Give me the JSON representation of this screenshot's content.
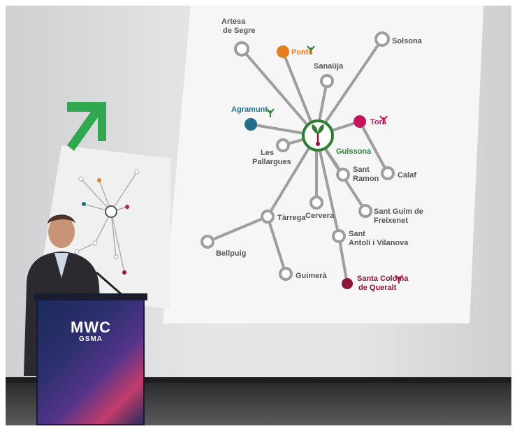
{
  "podium": {
    "brand_main": "MWC",
    "brand_sub": "GSMA"
  },
  "diagram": {
    "center": "Guissona",
    "nodes": [
      "Artesa de Segre",
      "Ponts",
      "Sanaüja",
      "Solsona",
      "Agramunt",
      "Torà",
      "Les Pallargues",
      "Calaf",
      "Sant Ramon",
      "Sant Guim de Freixenet",
      "Tàrrega",
      "Cervera",
      "Bellpuig",
      "Sant Antolí i Vilanova",
      "Guimerà",
      "Santa Coloma de Queralt"
    ],
    "colors": {
      "center_ring": "#2e7d32",
      "node_gray": "#9e9e9e",
      "ponts": "#e67e22",
      "agramunt": "#1f6f8b",
      "tora": "#c2185b",
      "santa_coloma": "#8e1538",
      "arrow": "#2fa84f"
    }
  }
}
